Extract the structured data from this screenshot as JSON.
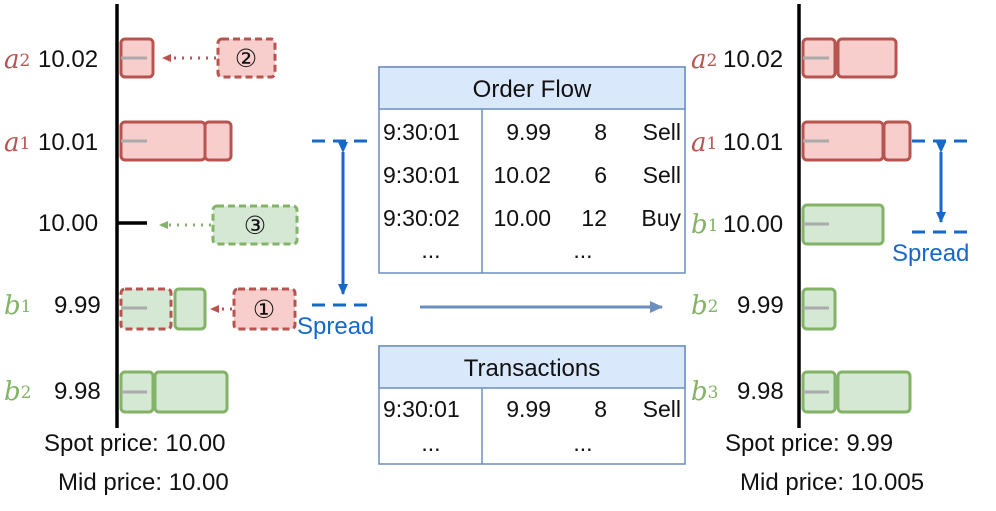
{
  "colors": {
    "ask_fill": "#f8cecc",
    "ask_stroke": "#b85450",
    "bid_fill": "#d5e8d4",
    "bid_stroke": "#82b366",
    "table_header": "#dae8fc",
    "table_stroke": "#6c8ebf",
    "spread_blue": "#1769c9",
    "flow_arrow": "#6c8ebf"
  },
  "left_book": {
    "levels": [
      {
        "symbol": "a",
        "sub": "2",
        "side": "ask",
        "price": "10.02"
      },
      {
        "symbol": "a",
        "sub": "1",
        "side": "ask",
        "price": "10.01"
      },
      {
        "symbol": "",
        "sub": "",
        "side": "none",
        "price": "10.00"
      },
      {
        "symbol": "b",
        "sub": "1",
        "side": "bid",
        "price": "9.99"
      },
      {
        "symbol": "b",
        "sub": "2",
        "side": "bid",
        "price": "9.98"
      }
    ],
    "events": [
      {
        "marker": "②",
        "side": "ask"
      },
      {
        "marker": "③",
        "side": "bid"
      },
      {
        "marker": "①",
        "side": "ask"
      }
    ],
    "spread_label": "Spread",
    "spot_price": "Spot price: 10.00",
    "mid_price": "Mid price: 10.00"
  },
  "right_book": {
    "levels": [
      {
        "symbol": "a",
        "sub": "2",
        "side": "ask",
        "price": "10.02"
      },
      {
        "symbol": "a",
        "sub": "1",
        "side": "ask",
        "price": "10.01"
      },
      {
        "symbol": "b",
        "sub": "1",
        "side": "bid",
        "price": "10.00"
      },
      {
        "symbol": "b",
        "sub": "2",
        "side": "bid",
        "price": "9.99"
      },
      {
        "symbol": "b",
        "sub": "3",
        "side": "bid",
        "price": "9.98"
      }
    ],
    "spread_label": "Spread",
    "spot_price": "Spot price: 9.99",
    "mid_price": "Mid price: 10.005"
  },
  "order_flow": {
    "title": "Order Flow",
    "rows": [
      {
        "time": "9:30:01",
        "price": "9.99",
        "qty": "8",
        "side": "Sell"
      },
      {
        "time": "9:30:01",
        "price": "10.02",
        "qty": "6",
        "side": "Sell"
      },
      {
        "time": "9:30:02",
        "price": "10.00",
        "qty": "12",
        "side": "Buy"
      }
    ],
    "ellipsis": "..."
  },
  "transactions": {
    "title": "Transactions",
    "rows": [
      {
        "time": "9:30:01",
        "price": "9.99",
        "qty": "8",
        "side": "Sell"
      }
    ],
    "ellipsis": "..."
  }
}
